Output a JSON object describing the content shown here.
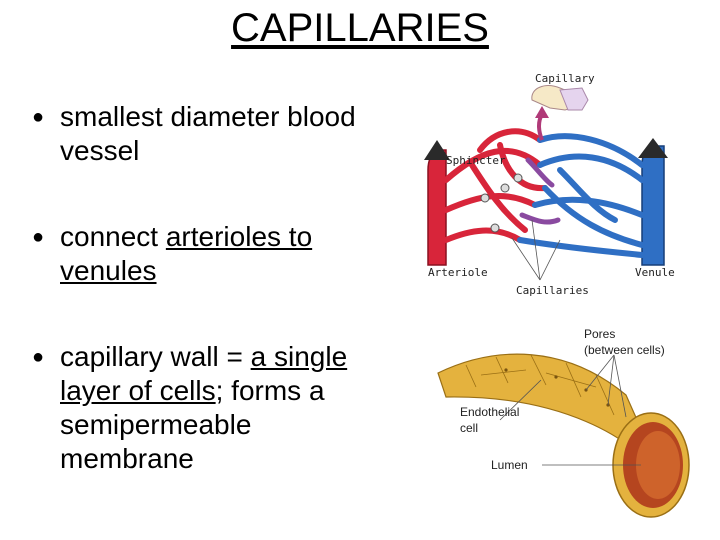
{
  "title": "CAPILLARIES",
  "bullets": [
    {
      "text": "smallest diameter blood vessel"
    },
    {
      "parts": [
        "connect ",
        "arterioles to venules"
      ]
    },
    {
      "parts": [
        "capillary wall = ",
        "a single layer of cells",
        "; forms a semipermeable membrane"
      ]
    }
  ],
  "diagram1": {
    "labels": {
      "capillary": "Capillary",
      "sphincter": "Sphincter",
      "arteriole": "Arteriole",
      "venule": "Venule",
      "capillaries": "Capillaries"
    },
    "colors": {
      "artery": "#d8253a",
      "vein": "#2f6fc4"
    }
  },
  "diagram2": {
    "labels": {
      "pores": "Pores",
      "pores_sub": "(between cells)",
      "endothelial_1": "Endothelial",
      "endothelial_2": "cell",
      "lumen": "Lumen"
    },
    "colors": {
      "wall": "#e4b23e",
      "lumen": "#b5451f"
    }
  }
}
